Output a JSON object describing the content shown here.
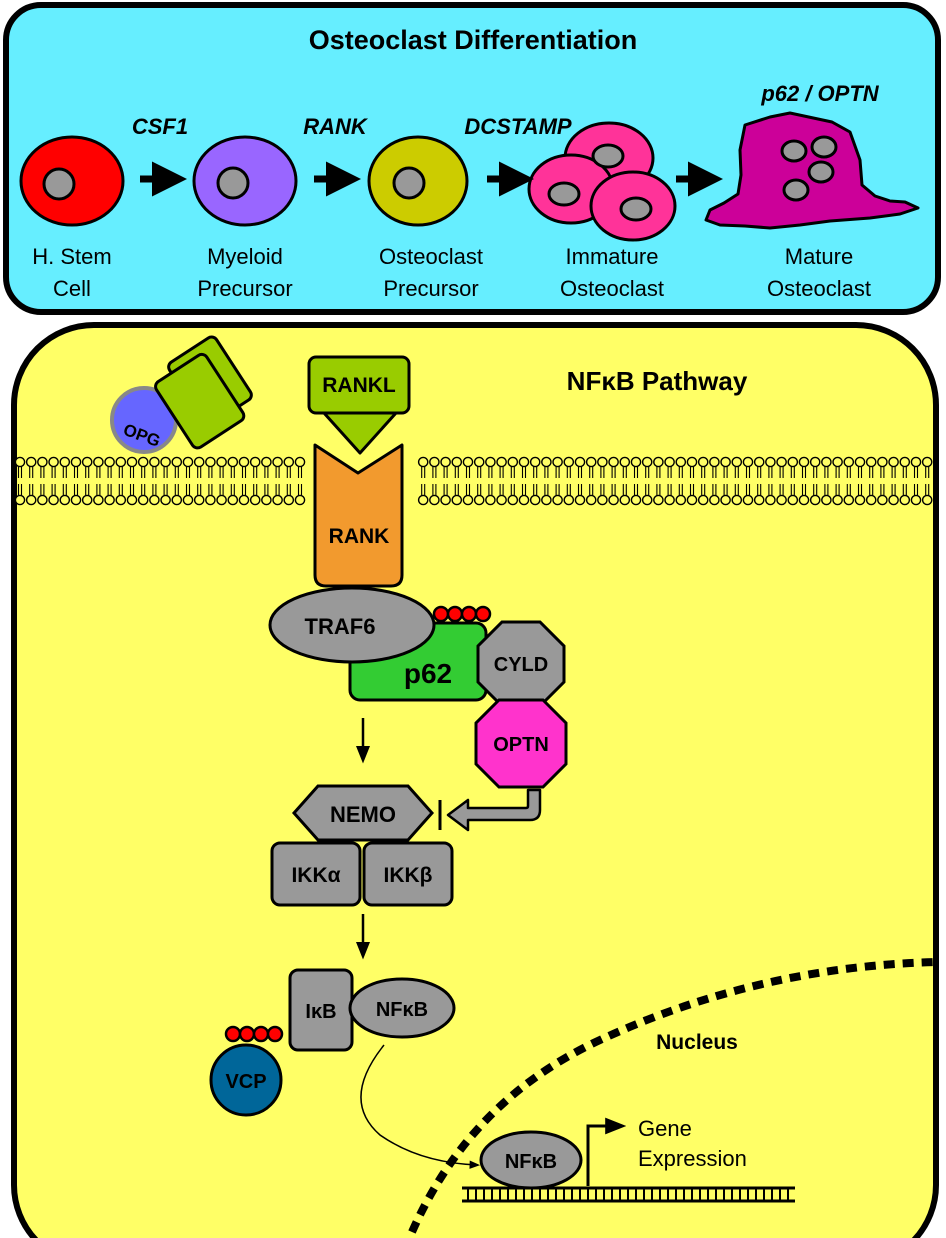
{
  "differentiation": {
    "title": "Osteoclast Differentiation",
    "stages": [
      {
        "line1": "H. Stem",
        "line2": "Cell",
        "color": "#ff0000"
      },
      {
        "line1": "Myeloid",
        "line2": "Precursor",
        "color": "#9966ff"
      },
      {
        "line1": "Osteoclast",
        "line2": "Precursor",
        "color": "#cccc00"
      },
      {
        "line1": "Immature",
        "line2": "Osteoclast",
        "color": "#ff3399"
      },
      {
        "line1": "Mature",
        "line2": "Osteoclast",
        "color": "#cc0099"
      }
    ],
    "factors": [
      "CSF1",
      "RANK",
      "DCSTAMP",
      "p62 / OPTN"
    ],
    "panel_color": "#66eeff"
  },
  "pathway": {
    "title": "NFκB Pathway",
    "panel_color": "#ffff66",
    "opg": "OPG",
    "rankl": "RANKL",
    "rank": "RANK",
    "traf6": "TRAF6",
    "p62": "p62",
    "cyld": "CYLD",
    "optn": "OPTN",
    "nemo": "NEMO",
    "ikka": "IKKα",
    "ikkb": "IKKβ",
    "ikb": "IκB",
    "nfkb": "NFκB",
    "vcp": "VCP",
    "nucleus": "Nucleus",
    "nfkb_nuclear": "NFκB",
    "gene_line1": "Gene",
    "gene_line2": "Expression",
    "colors": {
      "rankl": "#99cc00",
      "rank": "#f29a2e",
      "p62": "#33cc33",
      "optn": "#ff33cc",
      "vcp": "#006699",
      "opg": "#6666ff",
      "gray": "#999999",
      "ubiquitin": "#ff0000"
    }
  }
}
